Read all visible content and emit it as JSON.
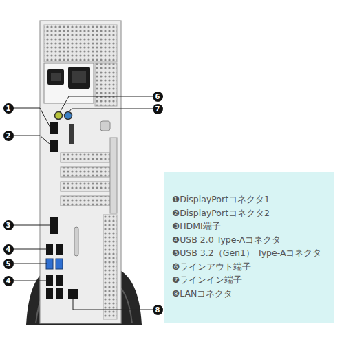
{
  "diagram": {
    "nodes": [
      {
        "text": [
          "❶DisplayPortコネクタ1",
          "❷DisplayPortコネクタ2",
          "❸HDMI端子",
          "❹USB 2.0 Type-Aコネクタ",
          "❺USB 3.2（Gen1） Type-Aコネクタ",
          "❻ラインアウト端子",
          "❼ラインイン端子",
          "❽LANコネクタ"
        ]
      }
    ],
    "labels": [
      "6",
      "1",
      "7",
      "2",
      "3",
      "4",
      "5",
      "4",
      "8"
    ]
  }
}
